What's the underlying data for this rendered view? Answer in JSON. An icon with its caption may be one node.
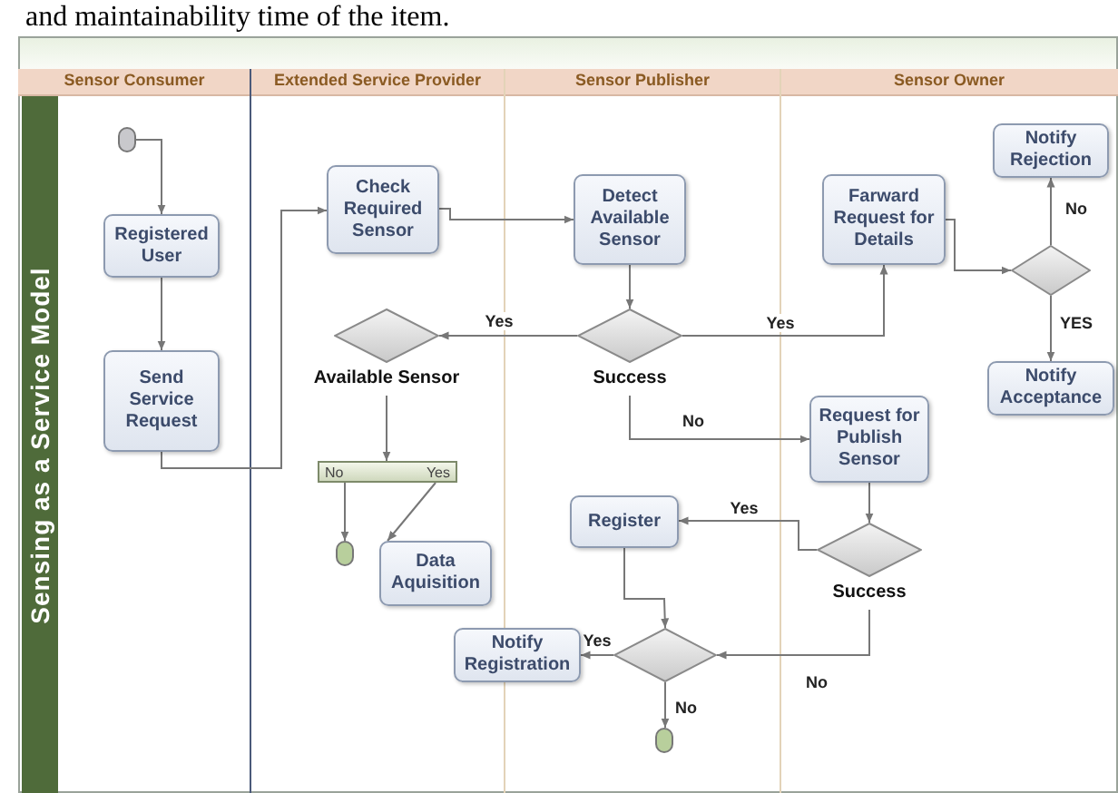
{
  "diagram": {
    "nodes": [
      {
        "text": [],
        "shape": "circle"
      },
      {
        "text": [
          "Registered User"
        ]
      },
      {
        "text": [
          "Send Service Request"
        ]
      },
      {
        "text": [
          "Check Required Sensor"
        ]
      },
      {
        "text": [
          "Detect Available Sensor"
        ]
      },
      {
        "text": [
          "Farward Request for Details"
        ]
      },
      {
        "text": [
          "Notify Rejection"
        ]
      },
      {
        "text": [],
        "shape": "diamond"
      },
      {
        "text": [
          "Notify Acceptance"
        ]
      },
      {
        "text": [
          "Available Sensor"
        ]
      },
      {
        "text": [
          "Success"
        ]
      },
      {
        "text": [
          "No",
          "Yes"
        ]
      },
      {
        "text": [],
        "shape": "circle"
      },
      {
        "text": [
          "Data Aquisition"
        ]
      },
      {
        "text": [
          "Request for Publish Sensor"
        ]
      },
      {
        "text": [
          "Register"
        ]
      },
      {
        "text": [
          "Success"
        ]
      },
      {
        "text": [
          "Notify Registration"
        ]
      },
      {
        "text": [],
        "shape": "diamond"
      },
      {
        "text": [],
        "shape": "circle"
      }
    ],
    "edges": [
      {
        "from": 0,
        "to": 1,
        "arrow": "to"
      },
      {
        "from": 1,
        "to": 2,
        "arrow": "to"
      },
      {
        "from": 2,
        "to": 3,
        "arrow": "to"
      },
      {
        "from": 3,
        "to": 4,
        "arrow": "to"
      },
      {
        "from": 4,
        "to": 10,
        "arrow": "to"
      },
      {
        "from": 10,
        "to": 9,
        "arrow": "to",
        "label": "Yes"
      },
      {
        "from": 10,
        "to": 5,
        "arrow": "to",
        "label": "Yes"
      },
      {
        "from": 10,
        "to": 14,
        "arrow": "to",
        "label": "No"
      },
      {
        "from": 5,
        "to": 7,
        "arrow": "to"
      },
      {
        "from": 7,
        "to": 6,
        "arrow": "to",
        "label": "No"
      },
      {
        "from": 7,
        "to": 8,
        "arrow": "to",
        "label": "YES"
      },
      {
        "from": 9,
        "to": 11,
        "arrow": "to"
      },
      {
        "from": 11,
        "to": 12,
        "arrow": "to"
      },
      {
        "from": 11,
        "to": 13,
        "arrow": "to"
      },
      {
        "from": 14,
        "to": 16,
        "arrow": "to"
      },
      {
        "from": 16,
        "to": 15,
        "arrow": "to",
        "label": "Yes"
      },
      {
        "from": 16,
        "to": 18,
        "arrow": "to",
        "label": "No"
      },
      {
        "from": 15,
        "to": 18,
        "arrow": "to"
      },
      {
        "from": 18,
        "to": 17,
        "arrow": "to",
        "label": "Yes"
      },
      {
        "from": 18,
        "to": 19,
        "arrow": "to",
        "label": "No"
      }
    ],
    "labels": [
      "and maintainability time of the item.",
      "Sensor Consumer",
      "Extended Service Provider",
      "Sensor Publisher",
      "Sensor Owner",
      "Sensing as a Service Model"
    ]
  }
}
